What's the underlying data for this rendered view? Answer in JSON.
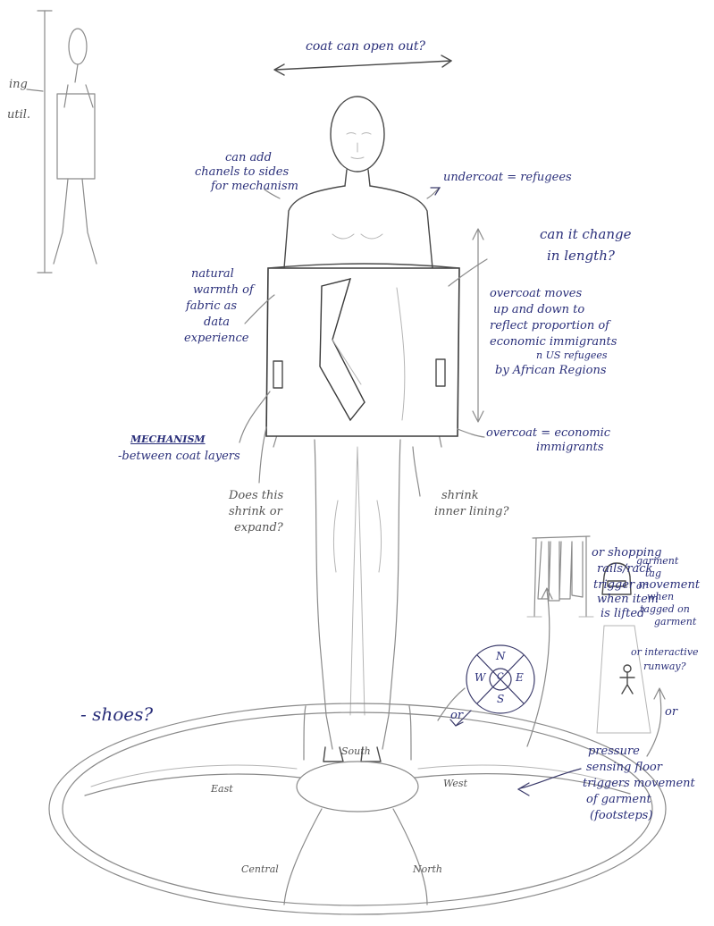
{
  "notes": {
    "coat_open": "coat can open out?",
    "channels": [
      "can add",
      "chanels to sides",
      "for mechanism"
    ],
    "undercoat": "undercoat = refugees",
    "change_length": [
      "can it change",
      "in length?"
    ],
    "natural_warmth": [
      "natural",
      "warmth of",
      "fabric as",
      "data",
      "experience"
    ],
    "overcoat_moves": [
      "overcoat moves",
      "up and down to",
      "reflect proportion of",
      "economic immigrants",
      "n US refugees",
      "by African Regions"
    ],
    "mechanism_title": "MECHANISM",
    "mechanism_desc": "-between coat layers",
    "overcoat_economic": [
      "overcoat = economic",
      "immigrants"
    ],
    "does_shrink": [
      "Does this",
      "shrink or",
      "expand?"
    ],
    "shrink_lining": [
      "shrink",
      "inner lining?"
    ],
    "garment_tag": [
      "garment",
      "tag",
      "or",
      "when",
      "tagged on",
      "garment"
    ],
    "shopping_rails": [
      "or shopping",
      "rails/rack",
      "trigger movement",
      "when item",
      "is lifted"
    ],
    "interactive_runway": [
      "or interactive",
      "runway?"
    ],
    "shoes": "- shoes?",
    "pressure_floor": [
      "pressure",
      "sensing floor",
      "triggers movement",
      "of garment",
      "(footsteps)"
    ],
    "or_label_1": "or",
    "or_label_2": "or",
    "side_label": [
      "ing",
      "util."
    ]
  },
  "compass": {
    "n": "N",
    "e": "E",
    "s": "S",
    "w": "W",
    "c": "C"
  },
  "regions": {
    "south": "South",
    "east": "East",
    "west": "West",
    "central": "Central",
    "north": "North"
  }
}
